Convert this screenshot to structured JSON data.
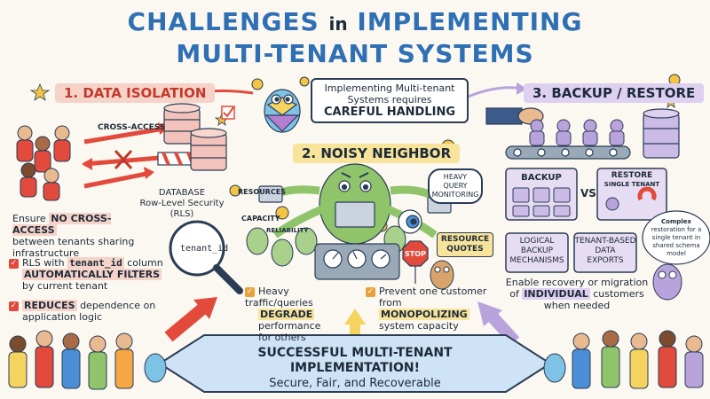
{
  "title": {
    "line1_a": "CHALLENGES",
    "line1_b": "in",
    "line1_c": "IMPLEMENTING",
    "line2": "MULTI-TENANT SYSTEMS"
  },
  "center_note": {
    "line1": "Implementing Multi-tenant",
    "line2": "Systems requires",
    "line3": "CAREFUL HANDLING"
  },
  "section1": {
    "heading": "1. DATA ISOLATION",
    "cross_access_label": "CROSS-ACCESS",
    "db_label_1": "DATABASE",
    "db_label_2": "Row-Level Security",
    "db_label_3": "(RLS)",
    "tenant_id_label": "tenant_id",
    "ensure_1_a": "Ensure",
    "ensure_1_b": "NO CROSS-ACCESS",
    "ensure_2": "between tenants sharing",
    "ensure_3": "infrastructure",
    "bullet1_a": "RLS with",
    "bullet1_b": "tenant_id",
    "bullet1_c": "column",
    "bullet1_d": "AUTOMATICALLY FILTERS",
    "bullet1_e": "by current tenant",
    "bullet2_a": "REDUCES",
    "bullet2_b": "dependence on",
    "bullet2_c": "application logic"
  },
  "section2": {
    "heading": "2. NOISY NEIGHBOR",
    "heavy_query_1": "HEAVY",
    "heavy_query_2": "QUERY",
    "heavy_query_3": "MONITORING",
    "label_resources": "RESOURCES",
    "label_capacity": "CAPACITY",
    "label_reliability": "RELIABILITY",
    "stop_sign": "STOP",
    "resource_quotes_1": "RESOURCE",
    "resource_quotes_2": "QUOTES",
    "bullet1_a": "Heavy traffic/queries",
    "bullet1_b": "DEGRADE",
    "bullet1_c": "performance",
    "bullet1_d": "for others",
    "bullet2_a": "Prevent one customer",
    "bullet2_b": "from",
    "bullet2_c": "MONOPOLIZING",
    "bullet2_d": "system capacity"
  },
  "section3": {
    "heading": "3. BACKUP / RESTORE",
    "backup_label": "BACKUP",
    "vs_label": "VS",
    "restore_label_1": "RESTORE",
    "restore_label_2": "SINGLE TENANT",
    "complex_1": "Complex",
    "complex_2": "restoration for a",
    "complex_3": "single tenant in",
    "complex_4": "shared schema",
    "complex_5": "model",
    "logical_1": "LOGICAL",
    "logical_2": "BACKUP",
    "logical_3": "MECHANISMS",
    "tenant_exports_1": "TENANT-BASED",
    "tenant_exports_2": "DATA",
    "tenant_exports_3": "EXPORTS",
    "enable_1": "Enable recovery or migration",
    "enable_2_a": "of",
    "enable_2_b": "INDIVIDUAL",
    "enable_2_c": "customers",
    "enable_3": "when needed"
  },
  "banner": {
    "line1": "SUCCESSFUL MULTI-TENANT IMPLEMENTATION!",
    "line2": "Secure, Fair, and Recoverable"
  },
  "colors": {
    "title_blue": "#2f6fb3",
    "red_accent": "#e24a3b",
    "yellow_accent": "#f4d35e",
    "purple_accent": "#b9a3dc",
    "banner_blue": "#cfe3f6"
  }
}
